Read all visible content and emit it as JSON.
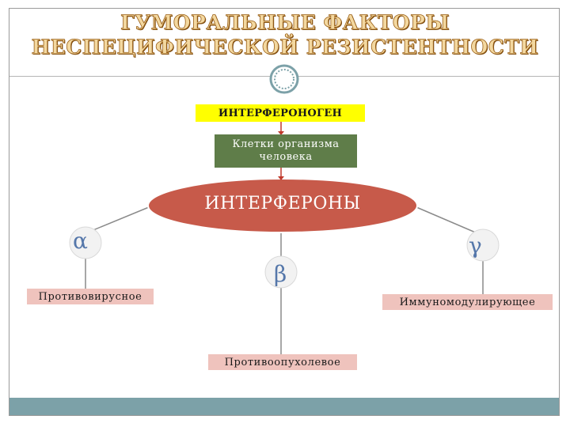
{
  "title": {
    "line1": "ГУМОРАЛЬНЫЕ ФАКТОРЫ",
    "line2": "НЕСПЕЦИФИЧЕСКОЙ РЕЗИСТЕНТНОСТИ"
  },
  "nodes": {
    "inducer": "ИНТЕРФЕРОНОГЕН",
    "cells": "Клетки организма человека",
    "interferons": "ИНТЕРФЕРОНЫ"
  },
  "types": {
    "alpha": "α",
    "beta": "β",
    "gamma": "γ"
  },
  "effects": {
    "antiviral": "Противовирусное",
    "antitumor": "Противоопухолевое",
    "immunomodulatory": "Иммуномодулирующее"
  },
  "colors": {
    "inducer_fill": "#ffff00",
    "cells_fill": "#5f7d49",
    "ellipse_fill": "#c75a4a",
    "effect_fill": "#efc3bd",
    "greek_fill": "#f2f2f2",
    "connector": "#c0392b",
    "footer": "#7ca1a8"
  }
}
